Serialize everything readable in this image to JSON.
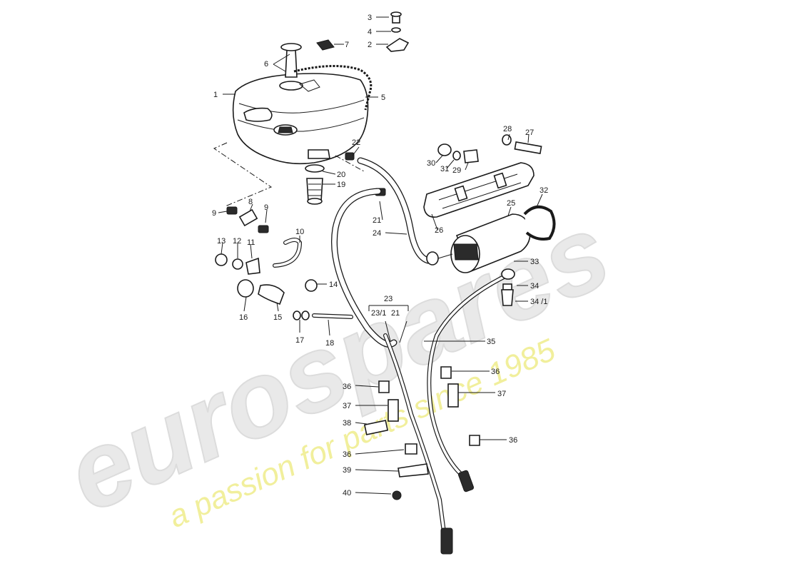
{
  "watermark": {
    "brand": "eurospares",
    "tagline": "a passion for parts since 1985"
  },
  "labels": [
    {
      "id": "3",
      "text": "3"
    },
    {
      "id": "4",
      "text": "4"
    },
    {
      "id": "7",
      "text": "7"
    },
    {
      "id": "2",
      "text": "2"
    },
    {
      "id": "6",
      "text": "6"
    },
    {
      "id": "1",
      "text": "1"
    },
    {
      "id": "5",
      "text": "5"
    },
    {
      "id": "22",
      "text": "22"
    },
    {
      "id": "28",
      "text": "28"
    },
    {
      "id": "27",
      "text": "27"
    },
    {
      "id": "30",
      "text": "30"
    },
    {
      "id": "31",
      "text": "31"
    },
    {
      "id": "29",
      "text": "29"
    },
    {
      "id": "20",
      "text": "20"
    },
    {
      "id": "19",
      "text": "19"
    },
    {
      "id": "32",
      "text": "32"
    },
    {
      "id": "25",
      "text": "25"
    },
    {
      "id": "8",
      "text": "8"
    },
    {
      "id": "9a",
      "text": "9"
    },
    {
      "id": "9b",
      "text": "9"
    },
    {
      "id": "21a",
      "text": "21"
    },
    {
      "id": "26",
      "text": "26"
    },
    {
      "id": "24",
      "text": "24"
    },
    {
      "id": "10",
      "text": "10"
    },
    {
      "id": "13",
      "text": "13"
    },
    {
      "id": "12",
      "text": "12"
    },
    {
      "id": "11",
      "text": "11"
    },
    {
      "id": "33",
      "text": "33"
    },
    {
      "id": "14",
      "text": "14"
    },
    {
      "id": "34",
      "text": "34"
    },
    {
      "id": "34-1",
      "text": "34 /1"
    },
    {
      "id": "16",
      "text": "16"
    },
    {
      "id": "15",
      "text": "15"
    },
    {
      "id": "23",
      "text": "23"
    },
    {
      "id": "23-1",
      "text": "23/1"
    },
    {
      "id": "21b",
      "text": "21"
    },
    {
      "id": "17",
      "text": "17"
    },
    {
      "id": "18",
      "text": "18"
    },
    {
      "id": "35",
      "text": "35"
    },
    {
      "id": "36a",
      "text": "36"
    },
    {
      "id": "36b",
      "text": "36"
    },
    {
      "id": "37a",
      "text": "37"
    },
    {
      "id": "37b",
      "text": "37"
    },
    {
      "id": "38",
      "text": "38"
    },
    {
      "id": "36c",
      "text": "36"
    },
    {
      "id": "36d",
      "text": "36"
    },
    {
      "id": "39",
      "text": "39"
    },
    {
      "id": "40",
      "text": "40"
    }
  ]
}
